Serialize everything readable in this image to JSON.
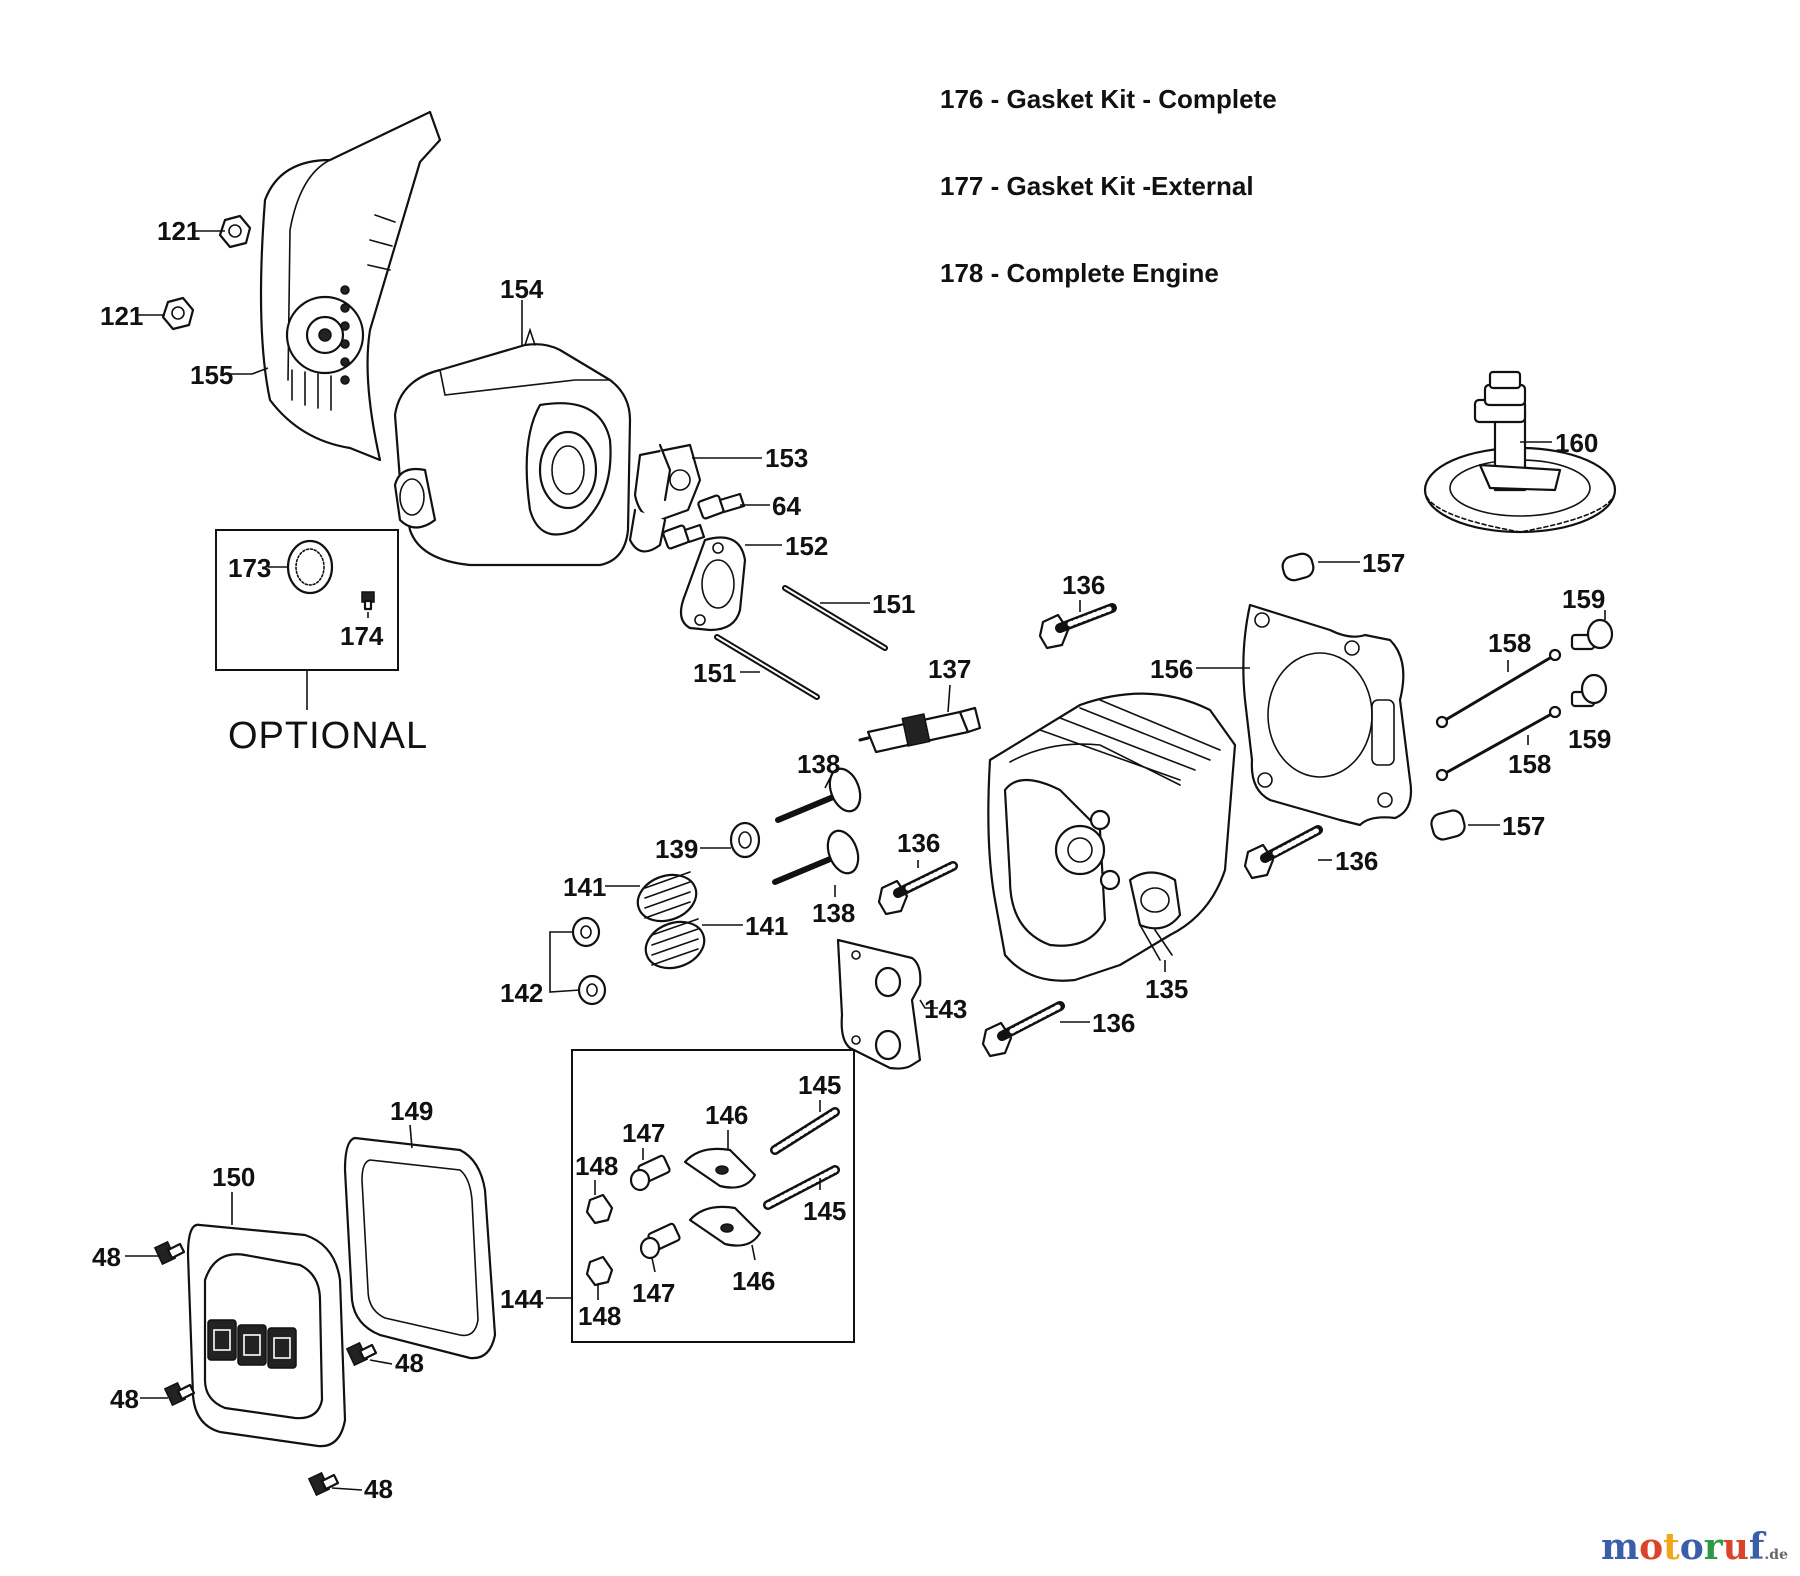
{
  "notes": [
    "176 - Gasket Kit - Complete",
    "177 - Gasket Kit -External",
    "178 - Complete Engine"
  ],
  "optional_label": "OPTIONAL",
  "labels": {
    "l121a": "121",
    "l121b": "121",
    "l154": "154",
    "l155": "155",
    "l153": "153",
    "l64": "64",
    "l152": "152",
    "l160": "160",
    "l173": "173",
    "l174": "174",
    "l151a": "151",
    "l151b": "151",
    "l136a": "136",
    "l157a": "157",
    "l159a": "159",
    "l158a": "158",
    "l156": "156",
    "l137": "137",
    "l158b": "158",
    "l159b": "159",
    "l157b": "157",
    "l138a": "138",
    "l139": "139",
    "l136b": "136",
    "l136c": "136",
    "l141a": "141",
    "l138b": "138",
    "l141b": "141",
    "l142": "142",
    "l143": "143",
    "l135": "135",
    "l136d": "136",
    "l145a": "145",
    "l149": "149",
    "l146a": "146",
    "l147a": "147",
    "l150": "150",
    "l148a": "148",
    "l145b": "145",
    "l48a": "48",
    "l144": "144",
    "l146b": "146",
    "l147b": "147",
    "l48b": "48",
    "l148b": "148",
    "l48c": "48",
    "l48d": "48"
  },
  "watermark": {
    "text": "motoruf",
    "suffix": ".de"
  }
}
